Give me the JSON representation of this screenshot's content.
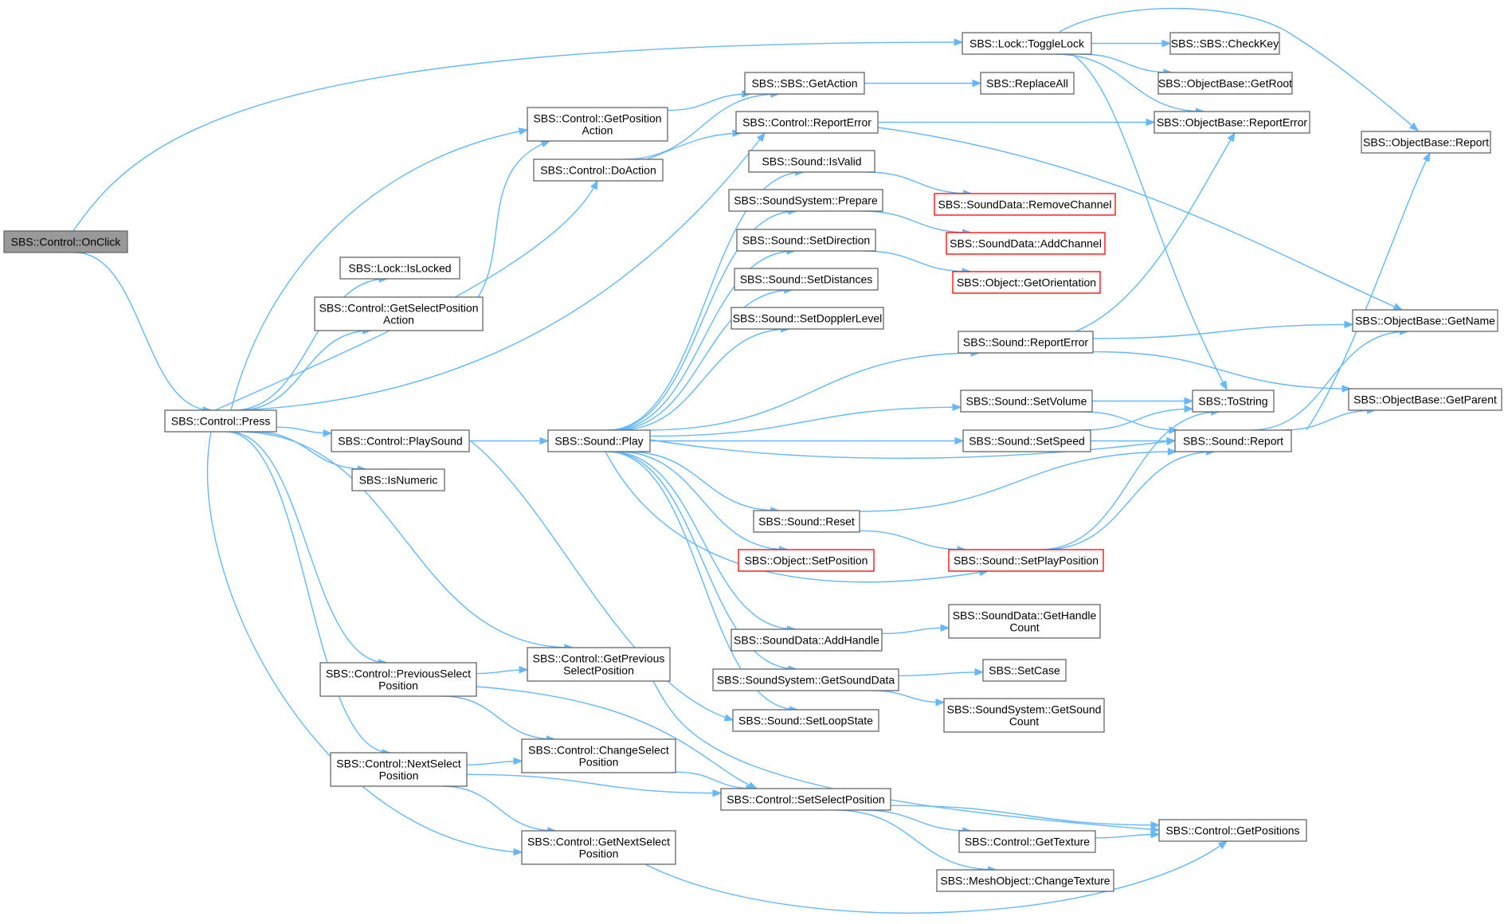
{
  "colors": {
    "edge": "#63b8ff",
    "node_border": "#666666",
    "node_fill": "#ffffff",
    "focus_fill": "#999999",
    "focus_border": "#666666",
    "truncated_border": "#ff0000",
    "text": "#000000"
  },
  "nodes": [
    {
      "id": "n0",
      "lines": [
        "SBS::Control::OnClick"
      ],
      "style": "focus"
    },
    {
      "id": "n1",
      "lines": [
        "SBS::Control::Press"
      ],
      "style": "normal"
    },
    {
      "id": "n2",
      "lines": [
        "SBS::Lock::ToggleLock"
      ],
      "style": "normal"
    },
    {
      "id": "n3",
      "lines": [
        "SBS::Control::GetPosition",
        "Action"
      ],
      "style": "normal"
    },
    {
      "id": "n4",
      "lines": [
        "SBS::Control::DoAction"
      ],
      "style": "normal"
    },
    {
      "id": "n5",
      "lines": [
        "SBS::Lock::IsLocked"
      ],
      "style": "normal"
    },
    {
      "id": "n6",
      "lines": [
        "SBS::Control::GetSelectPosition",
        "Action"
      ],
      "style": "normal"
    },
    {
      "id": "n7",
      "lines": [
        "SBS::Control::PlaySound"
      ],
      "style": "normal"
    },
    {
      "id": "n8",
      "lines": [
        "SBS::IsNumeric"
      ],
      "style": "normal"
    },
    {
      "id": "n9",
      "lines": [
        "SBS::Control::PreviousSelect",
        "Position"
      ],
      "style": "normal"
    },
    {
      "id": "n10",
      "lines": [
        "SBS::Control::NextSelect",
        "Position"
      ],
      "style": "normal"
    },
    {
      "id": "n11",
      "lines": [
        "SBS::Control::GetPrevious",
        "SelectPosition"
      ],
      "style": "normal"
    },
    {
      "id": "n12",
      "lines": [
        "SBS::Control::ChangeSelect",
        "Position"
      ],
      "style": "normal"
    },
    {
      "id": "n13",
      "lines": [
        "SBS::Control::GetNextSelect",
        "Position"
      ],
      "style": "normal"
    },
    {
      "id": "n14",
      "lines": [
        "SBS::Control::ReportError"
      ],
      "style": "normal"
    },
    {
      "id": "n15",
      "lines": [
        "SBS::SBS::GetAction"
      ],
      "style": "normal"
    },
    {
      "id": "n16",
      "lines": [
        "SBS::Sound::Play"
      ],
      "style": "normal"
    },
    {
      "id": "n17",
      "lines": [
        "SBS::Sound::IsValid"
      ],
      "style": "normal"
    },
    {
      "id": "n18",
      "lines": [
        "SBS::SoundSystem::Prepare"
      ],
      "style": "normal"
    },
    {
      "id": "n19",
      "lines": [
        "SBS::Sound::SetDirection"
      ],
      "style": "normal"
    },
    {
      "id": "n20",
      "lines": [
        "SBS::Sound::SetDistances"
      ],
      "style": "normal"
    },
    {
      "id": "n21",
      "lines": [
        "SBS::Sound::SetDopplerLevel"
      ],
      "style": "normal"
    },
    {
      "id": "n22",
      "lines": [
        "SBS::Sound::Reset"
      ],
      "style": "normal"
    },
    {
      "id": "n23",
      "lines": [
        "SBS::Object::SetPosition"
      ],
      "style": "truncated"
    },
    {
      "id": "n24",
      "lines": [
        "SBS::SoundData::AddHandle"
      ],
      "style": "normal"
    },
    {
      "id": "n25",
      "lines": [
        "SBS::SoundSystem::GetSoundData"
      ],
      "style": "normal"
    },
    {
      "id": "n26",
      "lines": [
        "SBS::Sound::SetLoopState"
      ],
      "style": "normal"
    },
    {
      "id": "n27",
      "lines": [
        "SBS::Control::SetSelectPosition"
      ],
      "style": "normal"
    },
    {
      "id": "n28",
      "lines": [
        "SBS::ReplaceAll"
      ],
      "style": "normal"
    },
    {
      "id": "n29",
      "lines": [
        "SBS::SoundData::RemoveChannel"
      ],
      "style": "truncated"
    },
    {
      "id": "n30",
      "lines": [
        "SBS::SoundData::AddChannel"
      ],
      "style": "truncated"
    },
    {
      "id": "n31",
      "lines": [
        "SBS::Object::GetOrientation"
      ],
      "style": "truncated"
    },
    {
      "id": "n32",
      "lines": [
        "SBS::Sound::ReportError"
      ],
      "style": "normal"
    },
    {
      "id": "n33",
      "lines": [
        "SBS::Sound::SetVolume"
      ],
      "style": "normal"
    },
    {
      "id": "n34",
      "lines": [
        "SBS::Sound::SetSpeed"
      ],
      "style": "normal"
    },
    {
      "id": "n35",
      "lines": [
        "SBS::Sound::SetPlayPosition"
      ],
      "style": "truncated"
    },
    {
      "id": "n36",
      "lines": [
        "SBS::SoundData::GetHandle",
        "Count"
      ],
      "style": "normal"
    },
    {
      "id": "n37",
      "lines": [
        "SBS::SetCase"
      ],
      "style": "normal"
    },
    {
      "id": "n38",
      "lines": [
        "SBS::SoundSystem::GetSound",
        "Count"
      ],
      "style": "normal"
    },
    {
      "id": "n39",
      "lines": [
        "SBS::Control::GetTexture"
      ],
      "style": "normal"
    },
    {
      "id": "n40",
      "lines": [
        "SBS::MeshObject::ChangeTexture"
      ],
      "style": "normal"
    },
    {
      "id": "n41",
      "lines": [
        "SBS::SBS::CheckKey"
      ],
      "style": "normal"
    },
    {
      "id": "n42",
      "lines": [
        "SBS::ObjectBase::GetRoot"
      ],
      "style": "normal"
    },
    {
      "id": "n43",
      "lines": [
        "SBS::ObjectBase::ReportError"
      ],
      "style": "normal"
    },
    {
      "id": "n44",
      "lines": [
        "SBS::ToString"
      ],
      "style": "normal"
    },
    {
      "id": "n45",
      "lines": [
        "SBS::Sound::Report"
      ],
      "style": "normal"
    },
    {
      "id": "n46",
      "lines": [
        "SBS::Control::GetPositions"
      ],
      "style": "normal"
    },
    {
      "id": "n47",
      "lines": [
        "SBS::ObjectBase::Report"
      ],
      "style": "normal"
    },
    {
      "id": "n48",
      "lines": [
        "SBS::ObjectBase::GetName"
      ],
      "style": "normal"
    },
    {
      "id": "n49",
      "lines": [
        "SBS::ObjectBase::GetParent"
      ],
      "style": "normal"
    }
  ],
  "edges": [
    {
      "from": "n0",
      "to": "n2"
    },
    {
      "from": "n0",
      "to": "n1"
    },
    {
      "from": "n1",
      "to": "n3"
    },
    {
      "from": "n1",
      "to": "n4"
    },
    {
      "from": "n1",
      "to": "n5"
    },
    {
      "from": "n1",
      "to": "n6"
    },
    {
      "from": "n1",
      "to": "n7"
    },
    {
      "from": "n1",
      "to": "n8"
    },
    {
      "from": "n1",
      "to": "n9"
    },
    {
      "from": "n1",
      "to": "n10"
    },
    {
      "from": "n1",
      "to": "n11"
    },
    {
      "from": "n1",
      "to": "n13"
    },
    {
      "from": "n1",
      "to": "n14"
    },
    {
      "from": "n3",
      "to": "n15"
    },
    {
      "from": "n4",
      "to": "n15"
    },
    {
      "from": "n4",
      "to": "n14"
    },
    {
      "from": "n6",
      "to": "n3"
    },
    {
      "from": "n7",
      "to": "n16"
    },
    {
      "from": "n7",
      "to": "n26"
    },
    {
      "from": "n9",
      "to": "n11"
    },
    {
      "from": "n9",
      "to": "n12"
    },
    {
      "from": "n9",
      "to": "n27"
    },
    {
      "from": "n10",
      "to": "n12"
    },
    {
      "from": "n10",
      "to": "n27"
    },
    {
      "from": "n10",
      "to": "n13"
    },
    {
      "from": "n11",
      "to": "n46"
    },
    {
      "from": "n12",
      "to": "n27"
    },
    {
      "from": "n13",
      "to": "n46"
    },
    {
      "from": "n14",
      "to": "n43"
    },
    {
      "from": "n14",
      "to": "n48"
    },
    {
      "from": "n15",
      "to": "n28"
    },
    {
      "from": "n16",
      "to": "n17"
    },
    {
      "from": "n16",
      "to": "n18"
    },
    {
      "from": "n16",
      "to": "n19"
    },
    {
      "from": "n16",
      "to": "n20"
    },
    {
      "from": "n16",
      "to": "n21"
    },
    {
      "from": "n16",
      "to": "n32"
    },
    {
      "from": "n16",
      "to": "n33"
    },
    {
      "from": "n16",
      "to": "n34"
    },
    {
      "from": "n16",
      "to": "n45"
    },
    {
      "from": "n16",
      "to": "n22"
    },
    {
      "from": "n16",
      "to": "n23"
    },
    {
      "from": "n16",
      "to": "n35"
    },
    {
      "from": "n16",
      "to": "n24"
    },
    {
      "from": "n16",
      "to": "n25"
    },
    {
      "from": "n16",
      "to": "n26"
    },
    {
      "from": "n17",
      "to": "n29"
    },
    {
      "from": "n18",
      "to": "n30"
    },
    {
      "from": "n19",
      "to": "n31"
    },
    {
      "from": "n22",
      "to": "n45"
    },
    {
      "from": "n22",
      "to": "n35"
    },
    {
      "from": "n24",
      "to": "n36"
    },
    {
      "from": "n25",
      "to": "n37"
    },
    {
      "from": "n25",
      "to": "n38"
    },
    {
      "from": "n27",
      "to": "n46"
    },
    {
      "from": "n27",
      "to": "n39"
    },
    {
      "from": "n27",
      "to": "n40"
    },
    {
      "from": "n39",
      "to": "n46"
    },
    {
      "from": "n2",
      "to": "n41"
    },
    {
      "from": "n2",
      "to": "n42"
    },
    {
      "from": "n2",
      "to": "n43"
    },
    {
      "from": "n2",
      "to": "n47"
    },
    {
      "from": "n2",
      "to": "n44"
    },
    {
      "from": "n32",
      "to": "n43"
    },
    {
      "from": "n32",
      "to": "n48"
    },
    {
      "from": "n32",
      "to": "n49"
    },
    {
      "from": "n33",
      "to": "n44"
    },
    {
      "from": "n33",
      "to": "n45"
    },
    {
      "from": "n34",
      "to": "n44"
    },
    {
      "from": "n34",
      "to": "n45"
    },
    {
      "from": "n35",
      "to": "n44"
    },
    {
      "from": "n35",
      "to": "n45"
    },
    {
      "from": "n45",
      "to": "n47"
    },
    {
      "from": "n45",
      "to": "n48"
    },
    {
      "from": "n45",
      "to": "n49"
    }
  ]
}
